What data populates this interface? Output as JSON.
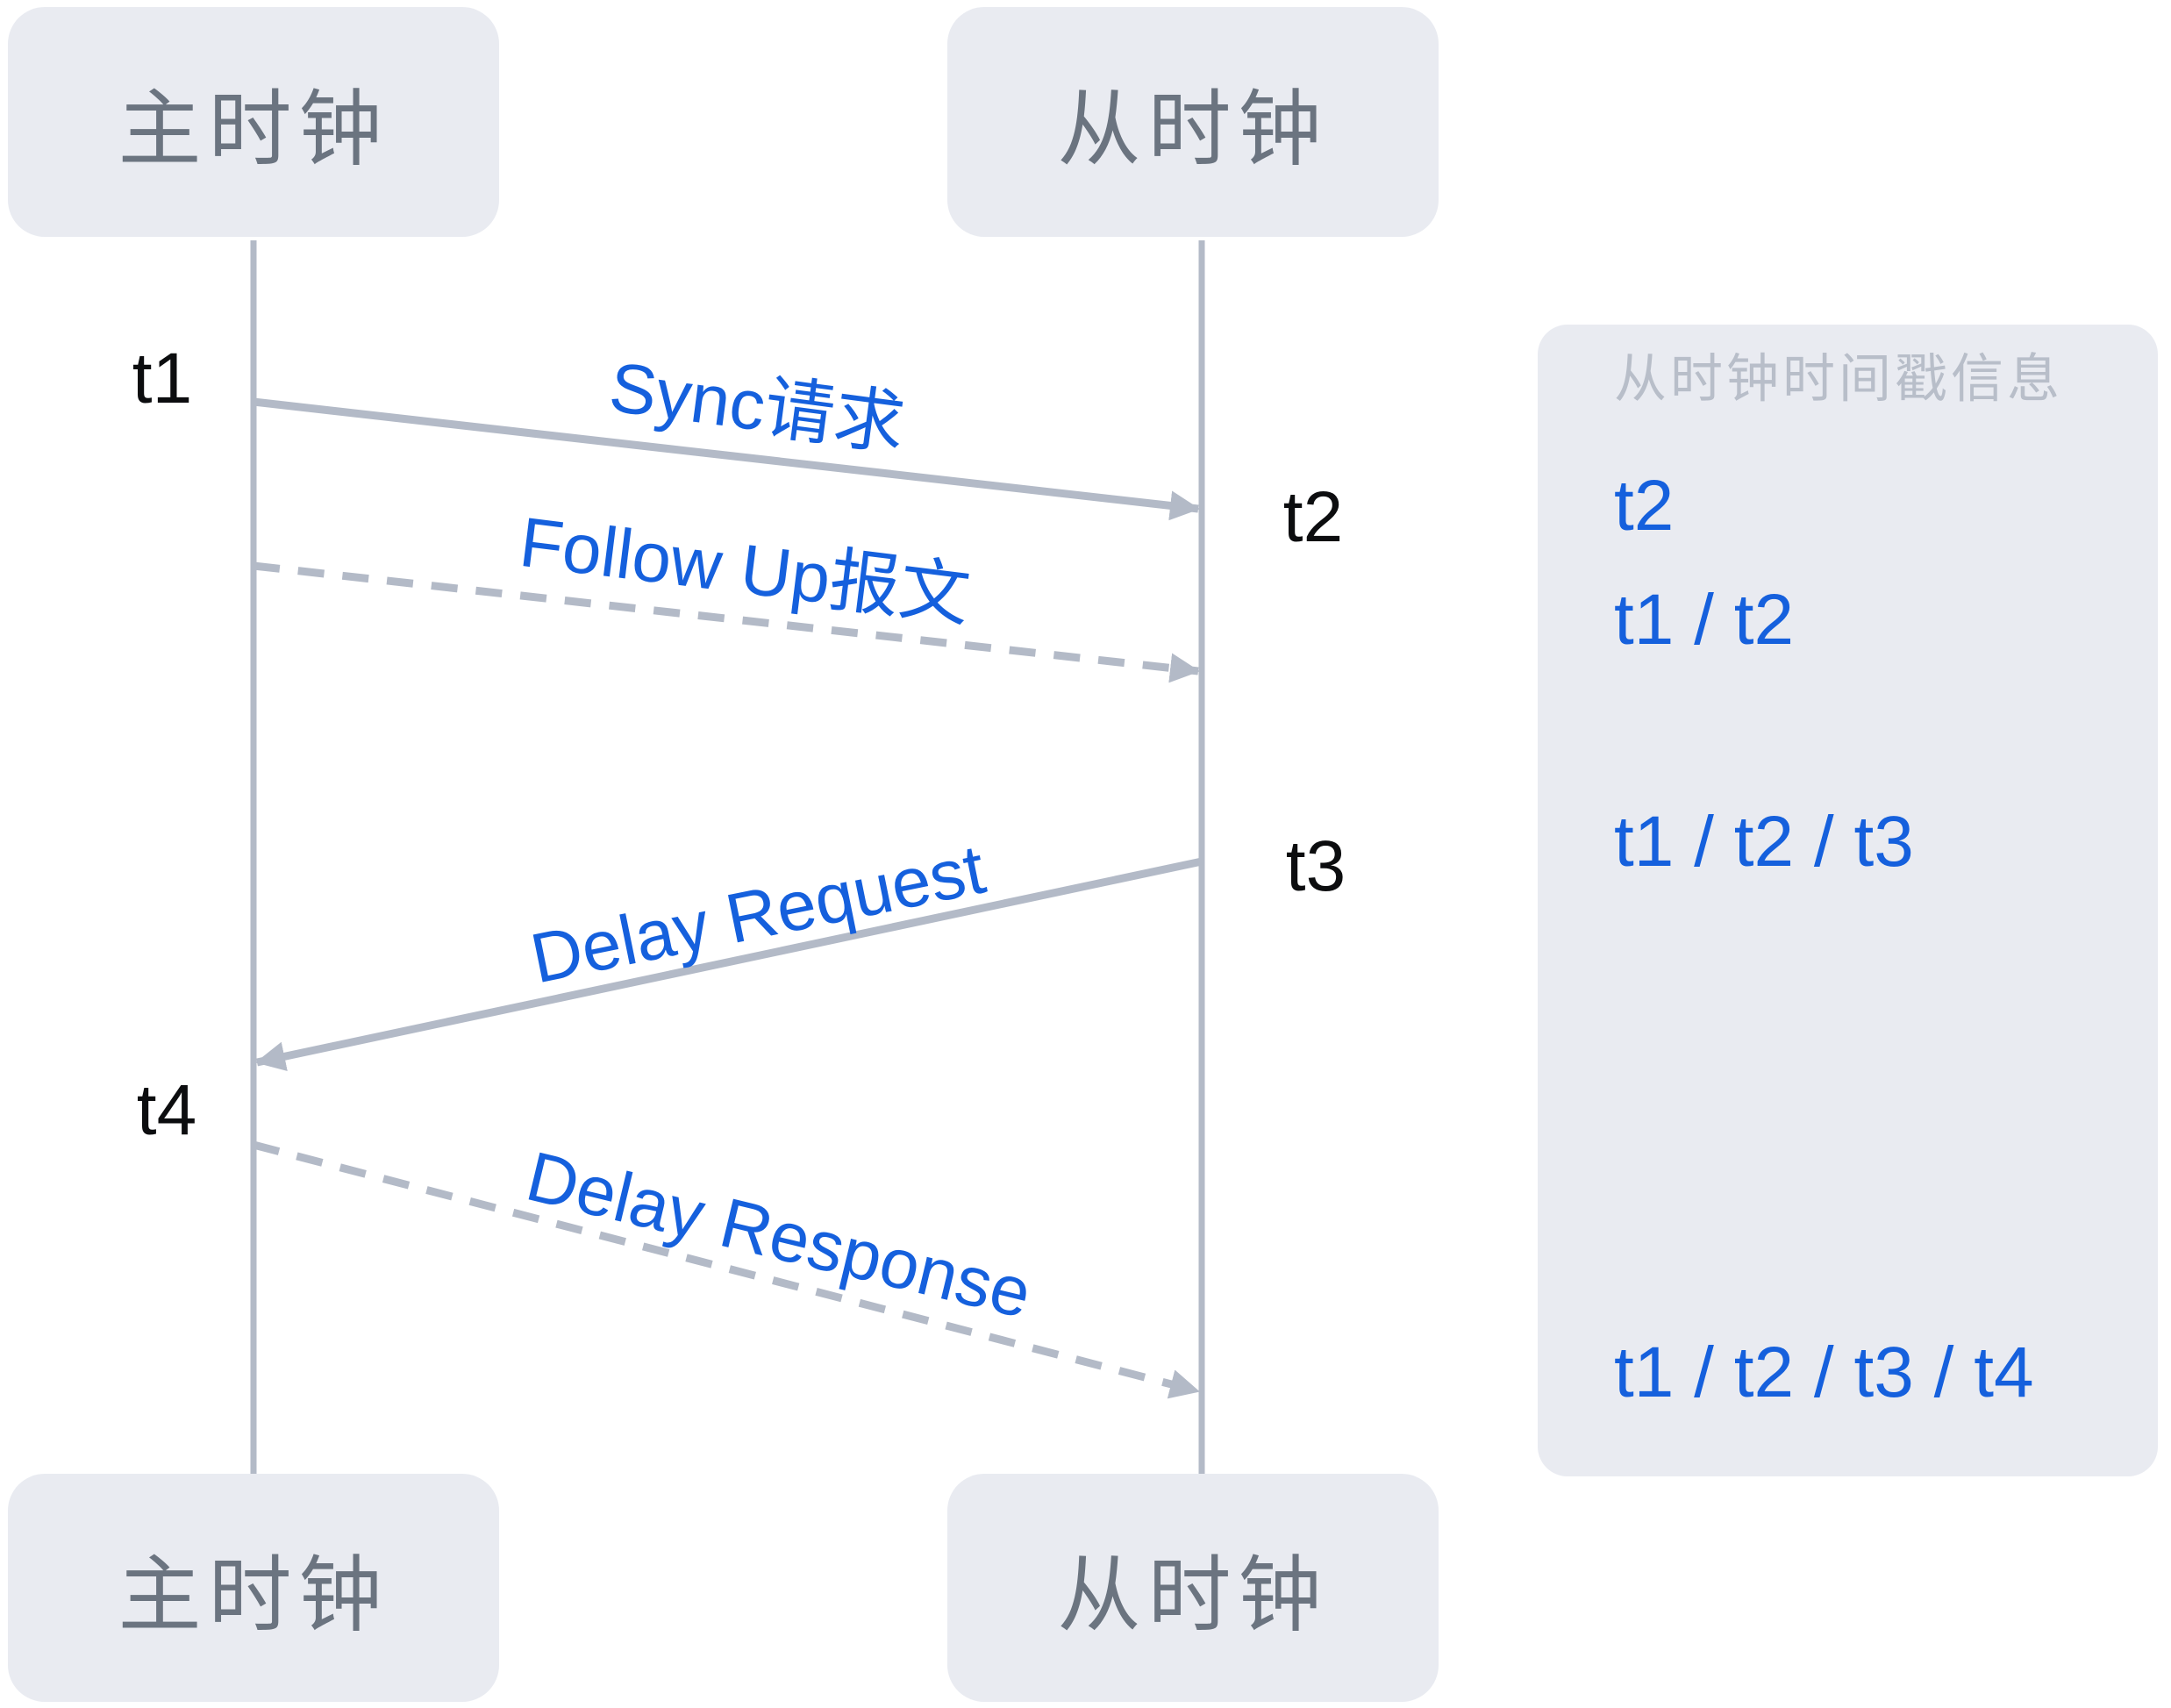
{
  "diagram": {
    "actors": {
      "master": {
        "label": "主时钟"
      },
      "slave": {
        "label": "从时钟"
      }
    },
    "messages": {
      "sync": {
        "label": "Sync请求",
        "style": "solid",
        "direction": "master-to-slave"
      },
      "follow_up": {
        "label": "Follow Up报文",
        "style": "dashed",
        "direction": "master-to-slave"
      },
      "delay_request": {
        "label": "Delay Request",
        "style": "solid",
        "direction": "slave-to-master"
      },
      "delay_response": {
        "label": "Delay Response",
        "style": "dashed",
        "direction": "master-to-slave"
      }
    },
    "timestamps": {
      "t1": "t1",
      "t2": "t2",
      "t3": "t3",
      "t4": "t4"
    }
  },
  "panel": {
    "title": "从时钟时间戳信息",
    "rows": [
      "t2",
      "t1 / t2",
      "t1 / t2 / t3",
      "t1 / t2 / t3 / t4"
    ]
  },
  "colors": {
    "accent_blue": "#1560dd",
    "box_fill": "#e9ebf1",
    "box_text": "#6b7480",
    "line_gray": "#b3bac7",
    "panel_title_gray": "#b8bec9",
    "timestamp_black": "#0c0d0f"
  }
}
